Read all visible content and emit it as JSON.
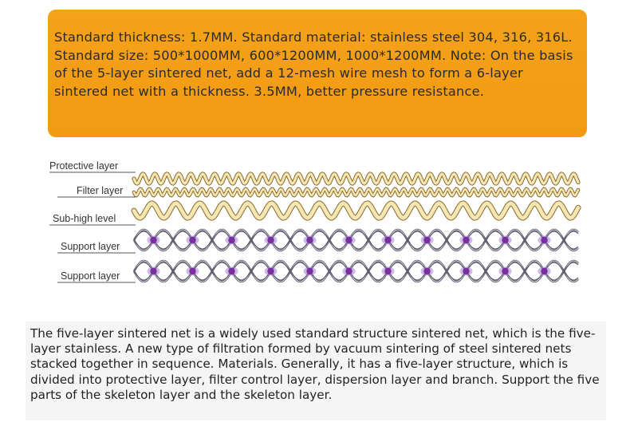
{
  "note": {
    "text": "Standard thickness: 1.7MM. Standard material: stainless steel 304, 316, 316L. Standard size: 500*1000MM, 600*1200MM, 1000*1200MM. Note: On the basis of the 5-layer sintered net, add a 12-mesh wire mesh to form a 6-layer sintered net with a thickness. 3.5MM, better pressure resistance."
  },
  "diagram": {
    "labels": {
      "protective": "Protective layer",
      "filter": "Filter layer",
      "sub_high": "Sub-high level",
      "support1": "Support layer",
      "support2": "Support layer"
    },
    "colors": {
      "wire_fill": "#f6e6b3",
      "wire_outline": "#8a6a2a",
      "support_wire": "#5a5a6a",
      "knot_fill": "#7a2fa0",
      "knot_outline": "#a67ed0"
    }
  },
  "description": {
    "text": "The five-layer sintered net is a widely used standard structure sintered net, which is the five-layer stainless. A new type of filtration formed by vacuum sintering of steel sintered nets stacked together in sequence. Materials. Generally, it has a five-layer structure, which is divided into protective layer, filter control layer, dispersion layer and branch. Support the five parts of the skeleton layer and the skeleton layer."
  }
}
